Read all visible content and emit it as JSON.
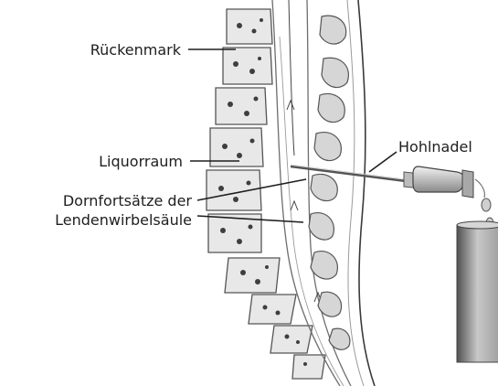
{
  "labels": {
    "spinal_cord": "Rückenmark",
    "csf_space": "Liquorraum",
    "spinous_line1": "Dornfortsätze der",
    "spinous_line2": "Lendenwirbelsäule",
    "needle": "Hohlnadel"
  },
  "colors": {
    "ink": "#1e1e1e",
    "bone_fill": "#e6e6e6",
    "bone_outline": "#6a6a6a",
    "body_shade": "#dcdcdc"
  }
}
